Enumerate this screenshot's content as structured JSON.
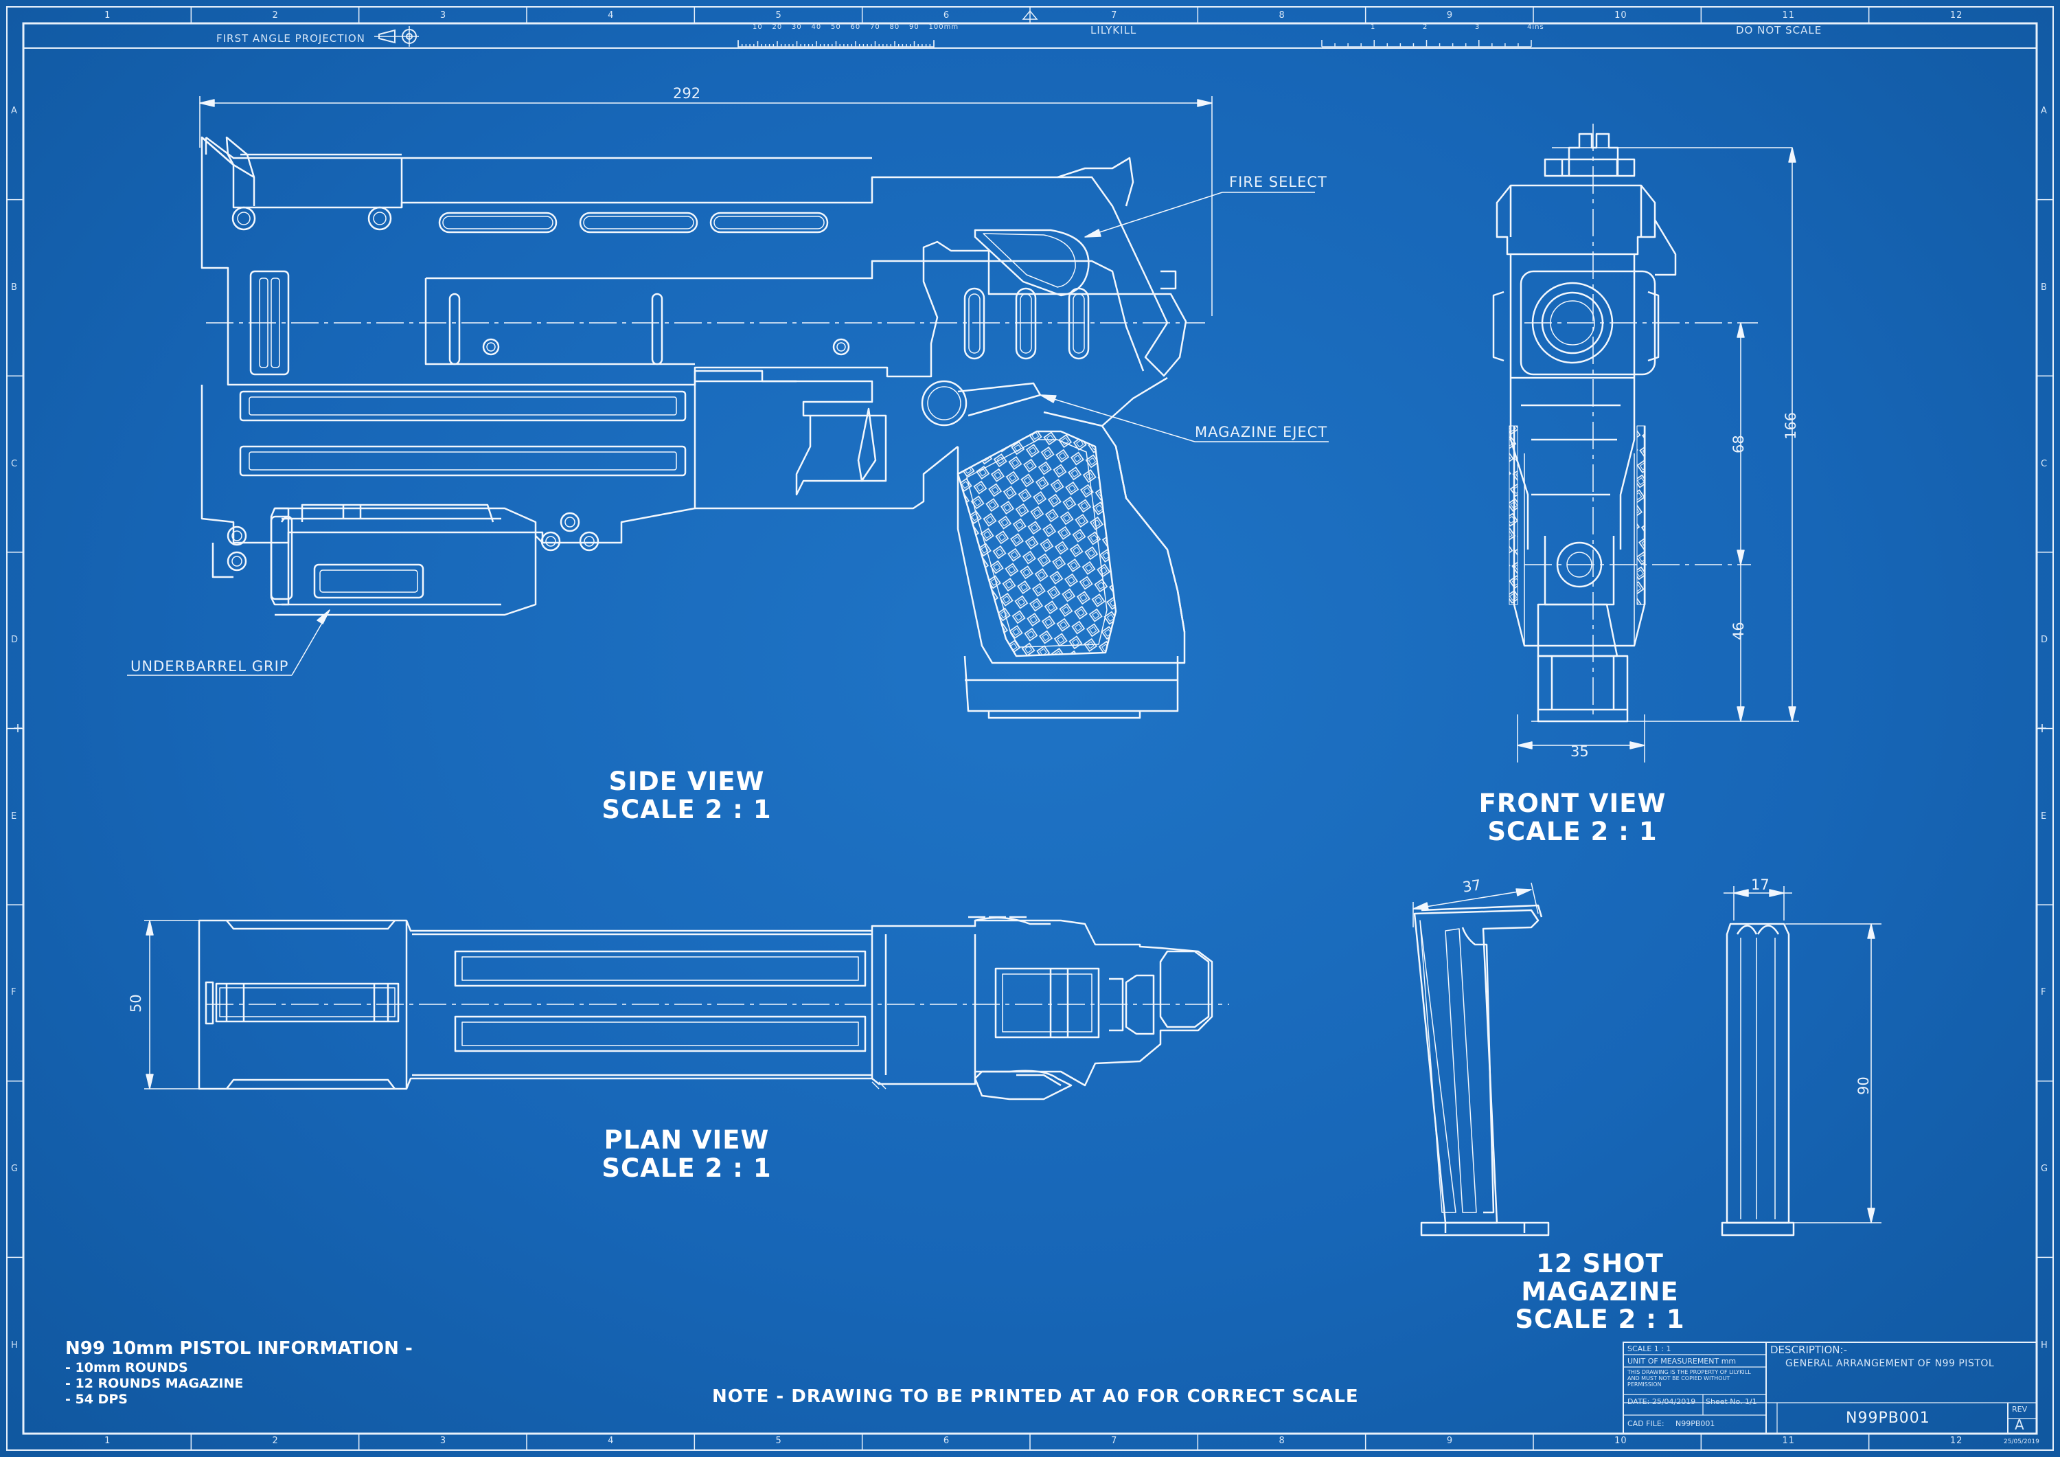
{
  "header": {
    "projection": "FIRST ANGLE PROJECTION",
    "author": "LILYKILL",
    "do_not_scale": "DO NOT SCALE",
    "scale_ticks_mm": [
      "10",
      "20",
      "30",
      "40",
      "50",
      "60",
      "70",
      "80",
      "90",
      "100mm"
    ],
    "scale_ticks_ins": [
      "1",
      "2",
      "3",
      "4ins"
    ],
    "column_numbers": [
      "1",
      "2",
      "3",
      "4",
      "5",
      "6",
      "7",
      "8",
      "9",
      "10",
      "11",
      "12"
    ],
    "row_letters": [
      "A",
      "B",
      "C",
      "D",
      "E",
      "F",
      "G",
      "H"
    ]
  },
  "views": {
    "side": {
      "title": "SIDE VIEW",
      "scale": "SCALE 2 : 1"
    },
    "front": {
      "title": "FRONT VIEW",
      "scale": "SCALE 2 : 1"
    },
    "plan": {
      "title": "PLAN VIEW",
      "scale": "SCALE 2 : 1"
    },
    "magazine": {
      "title": "12 SHOT MAGAZINE",
      "scale": "SCALE 2 : 1"
    }
  },
  "callouts": {
    "fire_select": "FIRE SELECT",
    "magazine_eject": "MAGAZINE EJECT",
    "underbarrel_grip": "UNDERBARREL GRIP"
  },
  "dimensions": {
    "side_length": "292",
    "front_height_total": "166",
    "front_height_upper": "68",
    "front_height_lower": "46",
    "front_width": "35",
    "plan_width": "50",
    "mag_depth": "37",
    "mag_width": "17",
    "mag_height": "90"
  },
  "info": {
    "title": "N99 10mm PISTOL INFORMATION -",
    "lines": [
      "- 10mm ROUNDS",
      "- 12 ROUNDS MAGAZINE",
      "- 54 DPS"
    ]
  },
  "note": "NOTE - DRAWING TO BE PRINTED AT A0 FOR CORRECT SCALE",
  "title_block": {
    "scale": "SCALE 1 : 1",
    "unit": "UNIT OF MEASUREMENT  mm",
    "property": "THIS DRAWING IS THE PROPERTY OF LILYKILL AND MUST NOT BE COPIED WITHOUT PERMISSION",
    "date": "DATE: 25/04/2019",
    "sheet": "Sheet No. 1/1",
    "cad_file": "CAD FILE:",
    "cad_file_value": "N99PB001",
    "description_label": "DESCRIPTION:-",
    "description": "GENERAL ARRANGEMENT OF N99 PISTOL",
    "drawing_number": "N99PB001",
    "rev_label": "REV",
    "rev": "A",
    "footer_date": "25/05/2019"
  },
  "colors": {
    "paper": "#1766b7",
    "line": "#ffffff"
  }
}
